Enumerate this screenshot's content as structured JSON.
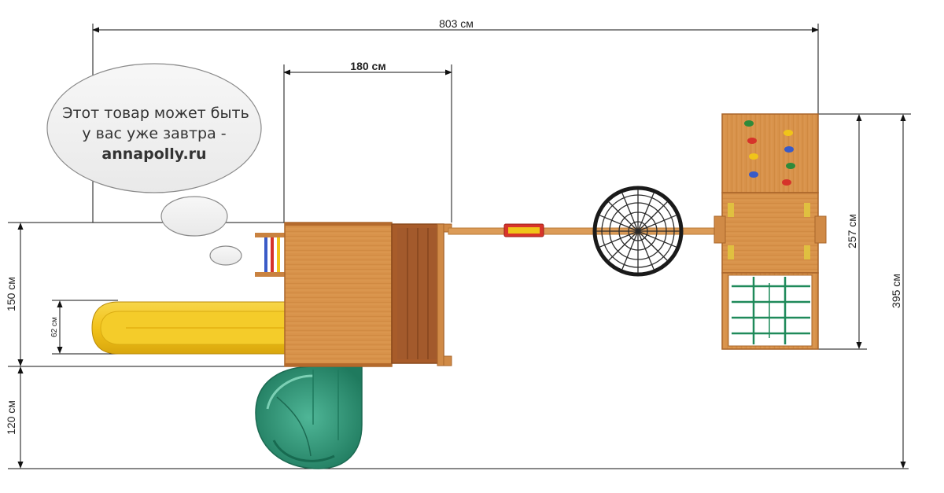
{
  "dimensions": {
    "overall_width": "803 см",
    "platform_width": "180 см",
    "depth_upper": "150 см",
    "depth_lower": "120 см",
    "slide_width": "62 см",
    "tower_length": "257 см",
    "overall_depth": "395 см"
  },
  "bubble": {
    "line1": "Этот товар может быть",
    "line2": "у вас уже завтра -",
    "line3": "annapolly.ru"
  },
  "colors": {
    "wood": "#d8924a",
    "wood_dark": "#b46a2c",
    "slide_yellow": "#f2c21a",
    "tube_green": "#2f9a7a",
    "net": "#222222",
    "climbing_net": "#1f8a5a",
    "seat_red": "#d8342a",
    "dim_line": "#111111",
    "bubble_stroke": "#8a8a8a",
    "bubble_fill": "#f1f1f1"
  }
}
